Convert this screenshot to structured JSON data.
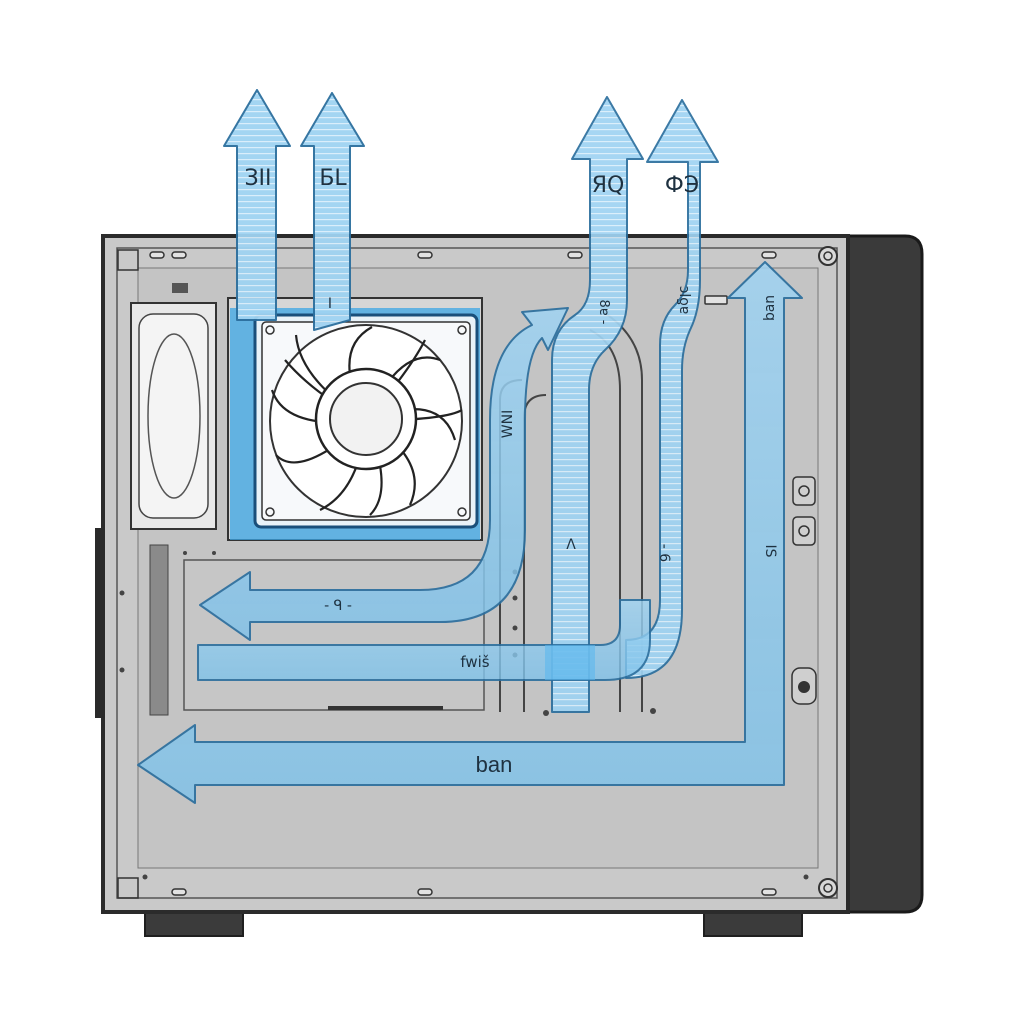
{
  "colors": {
    "background": "#ffffff",
    "case_panel": "#c9c9c9",
    "case_outline": "#2b2b2b",
    "side_panel": "#3a3a3a",
    "airflow_fill": "#8fcbee",
    "airflow_stroke": "#2c6f9e",
    "fan_highlight": "#2f9fe0"
  },
  "icons": {
    "intake_fan": "fan-icon",
    "psu_vent": "vent-icon",
    "screw": "screw-icon",
    "port": "port-icon"
  },
  "labels": {
    "exhaust_1": "ЗII",
    "exhaust_2": "БL",
    "exhaust_3": "ЯQ",
    "exhaust_4": "ФЭ",
    "arrow_d": "8ɐ -",
    "arrow_e": "ɔlƍɐ",
    "arrow_f": "uɐq",
    "curve_mid": "WNI",
    "flow_a": "ᐱ",
    "flow_b": "- 6",
    "flow_c": "IS",
    "stub_top": "I",
    "left_flow": "- ᑫ -",
    "mid_flow": "fwiš",
    "bottom_flow": "ban"
  }
}
